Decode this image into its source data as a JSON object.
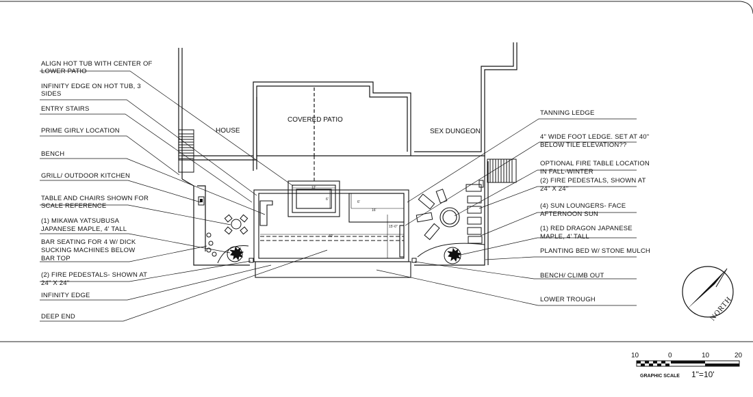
{
  "callouts_left": [
    {
      "line1": "ALIGN HOT TUB WITH CENTER OF",
      "line2": "LOWER PATIO"
    },
    {
      "line1": "INFINITY EDGE ON HOT TUB, 3",
      "line2": "SIDES"
    },
    {
      "line1": "ENTRY STAIRS",
      "line2": ""
    },
    {
      "line1": "PRIME GIRLY LOCATION",
      "line2": ""
    },
    {
      "line1": "BENCH",
      "line2": ""
    },
    {
      "line1": "GRILL/ OUTDOOR KITCHEN",
      "line2": ""
    },
    {
      "line1": "TABLE AND CHAIRS SHOWN FOR",
      "line2": "SCALE REFERENCE"
    },
    {
      "line1": "(1) MIKAWA YATSUBUSA",
      "line2": "JAPANESE MAPLE, 4' TALL"
    },
    {
      "line1": "BAR SEATING FOR 4 W/ DICK",
      "line2": "SUCKING MACHINES BELOW",
      "line3": "BAR TOP"
    },
    {
      "line1": "(2) FIRE PEDESTALS- SHOWN AT",
      "line2": "24\" X 24\""
    },
    {
      "line1": "INFINITY EDGE",
      "line2": ""
    },
    {
      "line1": "DEEP END",
      "line2": ""
    }
  ],
  "callouts_right": [
    {
      "line1": "TANNING LEDGE",
      "line2": ""
    },
    {
      "line1": "4\" WIDE FOOT LEDGE.  SET AT 40\"",
      "line2": "BELOW TILE ELEVATION??"
    },
    {
      "line1": "OPTIONAL FIRE TABLE LOCATION",
      "line2": "IN FALL-WINTER"
    },
    {
      "line1": "(2) FIRE PEDESTALS, SHOWN AT",
      "line2": "24\" X 24\""
    },
    {
      "line1": "(4) SUN LOUNGERS- FACE",
      "line2": "AFTERNOON SUN"
    },
    {
      "line1": "(1) RED DRAGON JAPANESE",
      "line2": "MAPLE, 4' TALL"
    },
    {
      "line1": "PLANTING BED W/ STONE MULCH",
      "line2": ""
    },
    {
      "line1": "BENCH/ CLIMB OUT",
      "line2": ""
    },
    {
      "line1": "LOWER TROUGH",
      "line2": ""
    }
  ],
  "rooms": {
    "house": "HOUSE",
    "covered_patio": "COVERED PATIO",
    "sex_dungeon": "SEX DUNGEON"
  },
  "dimensions": {
    "hot_tub_width": "12'",
    "hot_tub_depth": "6'",
    "ledge_depth": "6'",
    "ledge_width": "16'",
    "pool_length": "40'",
    "pool_width": "15'-0\""
  },
  "scale": {
    "ticks": [
      "10",
      "0",
      "10",
      "20"
    ],
    "caption": "GRAPHIC SCALE",
    "ratio": "1\"=10'"
  },
  "north": {
    "label": "NORTH"
  }
}
